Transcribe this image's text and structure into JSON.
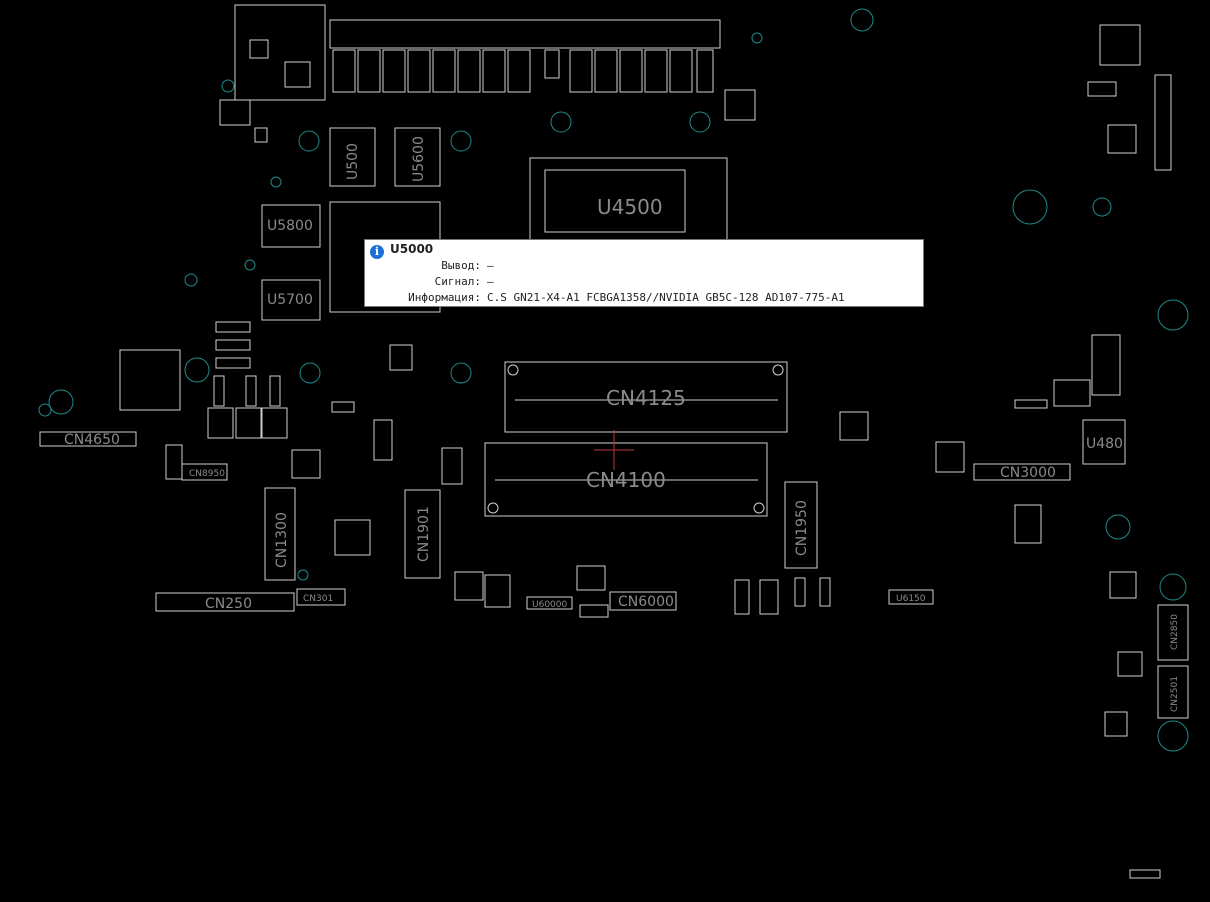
{
  "board": {
    "labels": {
      "u4500": "U4500",
      "cn4125": "CN4125",
      "cn4100": "CN4100",
      "u5800": "U5800",
      "u5700": "U5700",
      "u500": "U500",
      "u5600": "U5600",
      "cn1300": "CN1300",
      "cn1901": "CN1901",
      "cn1950": "CN1950",
      "cn3000": "CN3000",
      "cn250": "CN250",
      "cn301": "CN301",
      "cn6000": "CN6000",
      "u480": "U480",
      "cn2850": "CN2850",
      "cn2501": "CN2501",
      "cn8950": "CN8950",
      "cn4650": "CN4650",
      "u6150": "U6150",
      "u60000": "U60000"
    }
  },
  "tooltip": {
    "title": "U5000",
    "rows": [
      {
        "key": "Вывод:",
        "value": "—"
      },
      {
        "key": "Сигнал:",
        "value": "—"
      },
      {
        "key": "Информация:",
        "value": "C.S GN21-X4-A1 FCBGA1358//NVIDIA GB5C-128 AD107-775-A1"
      }
    ]
  },
  "colors": {
    "background": "#000000",
    "outline": "#cfcfcf",
    "label": "#8a8a8a",
    "via": "#1f8a8a",
    "cursor": "#b83a3a"
  }
}
